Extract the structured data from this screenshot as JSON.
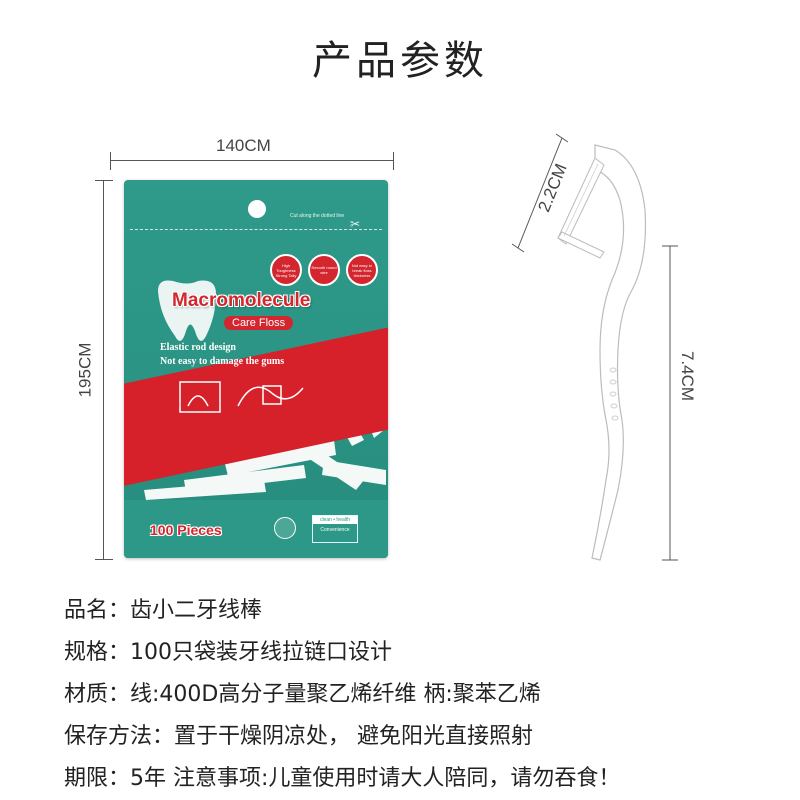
{
  "page_title": "产品参数",
  "dimensions": {
    "width_label": "140CM",
    "height_label": "195CM",
    "pick_head_label": "2.2CM",
    "pick_length_label": "7.4CM"
  },
  "package": {
    "cut_text": "Cut along the dotted line",
    "badges": [
      "High Toughness Strong Tally",
      "Smooth round wire",
      "Not easy to break floss thickness"
    ],
    "brand": "Macromolecule",
    "sub_brand": "Care Floss",
    "tagline_1": "Elastic rod design",
    "tagline_2": "Not easy to damage the gums",
    "pieces": "100 Pieces",
    "clean_health": "clean • health",
    "convenience": "Convenience",
    "brand_color": "#d3262e",
    "pack_color": "#2f9a8a"
  },
  "specs": [
    {
      "text": "品名：齿小二牙线棒"
    },
    {
      "text": "规格：100只袋装牙线拉链口设计"
    },
    {
      "text": "材质：线:400D高分子量聚乙烯纤维  柄:聚苯乙烯"
    },
    {
      "text": "保存方法：置于干燥阴凉处，  避免阳光直接照射"
    },
    {
      "text": "期限：5年  注意事项:儿童使用时请大人陪同，请勿吞食！"
    }
  ]
}
